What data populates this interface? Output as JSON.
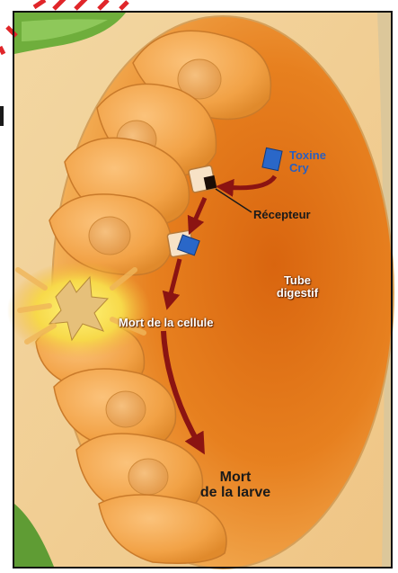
{
  "labels": {
    "toxin": [
      "Toxine",
      "Cry"
    ],
    "receptor": "Récepteur",
    "gut": [
      "Tube",
      "digestif"
    ],
    "cell_death": "Mort de la cellule",
    "larva_death": [
      "Mort",
      "de la larve"
    ]
  },
  "colors": {
    "gut_orange": "#e9821e",
    "cell_orange": "#f4a642",
    "arrow_red": "#8b1412",
    "toxin_blue": "#2a67c8",
    "leaf_green": "#6fae3c",
    "stamp_red": "#e0262a"
  }
}
